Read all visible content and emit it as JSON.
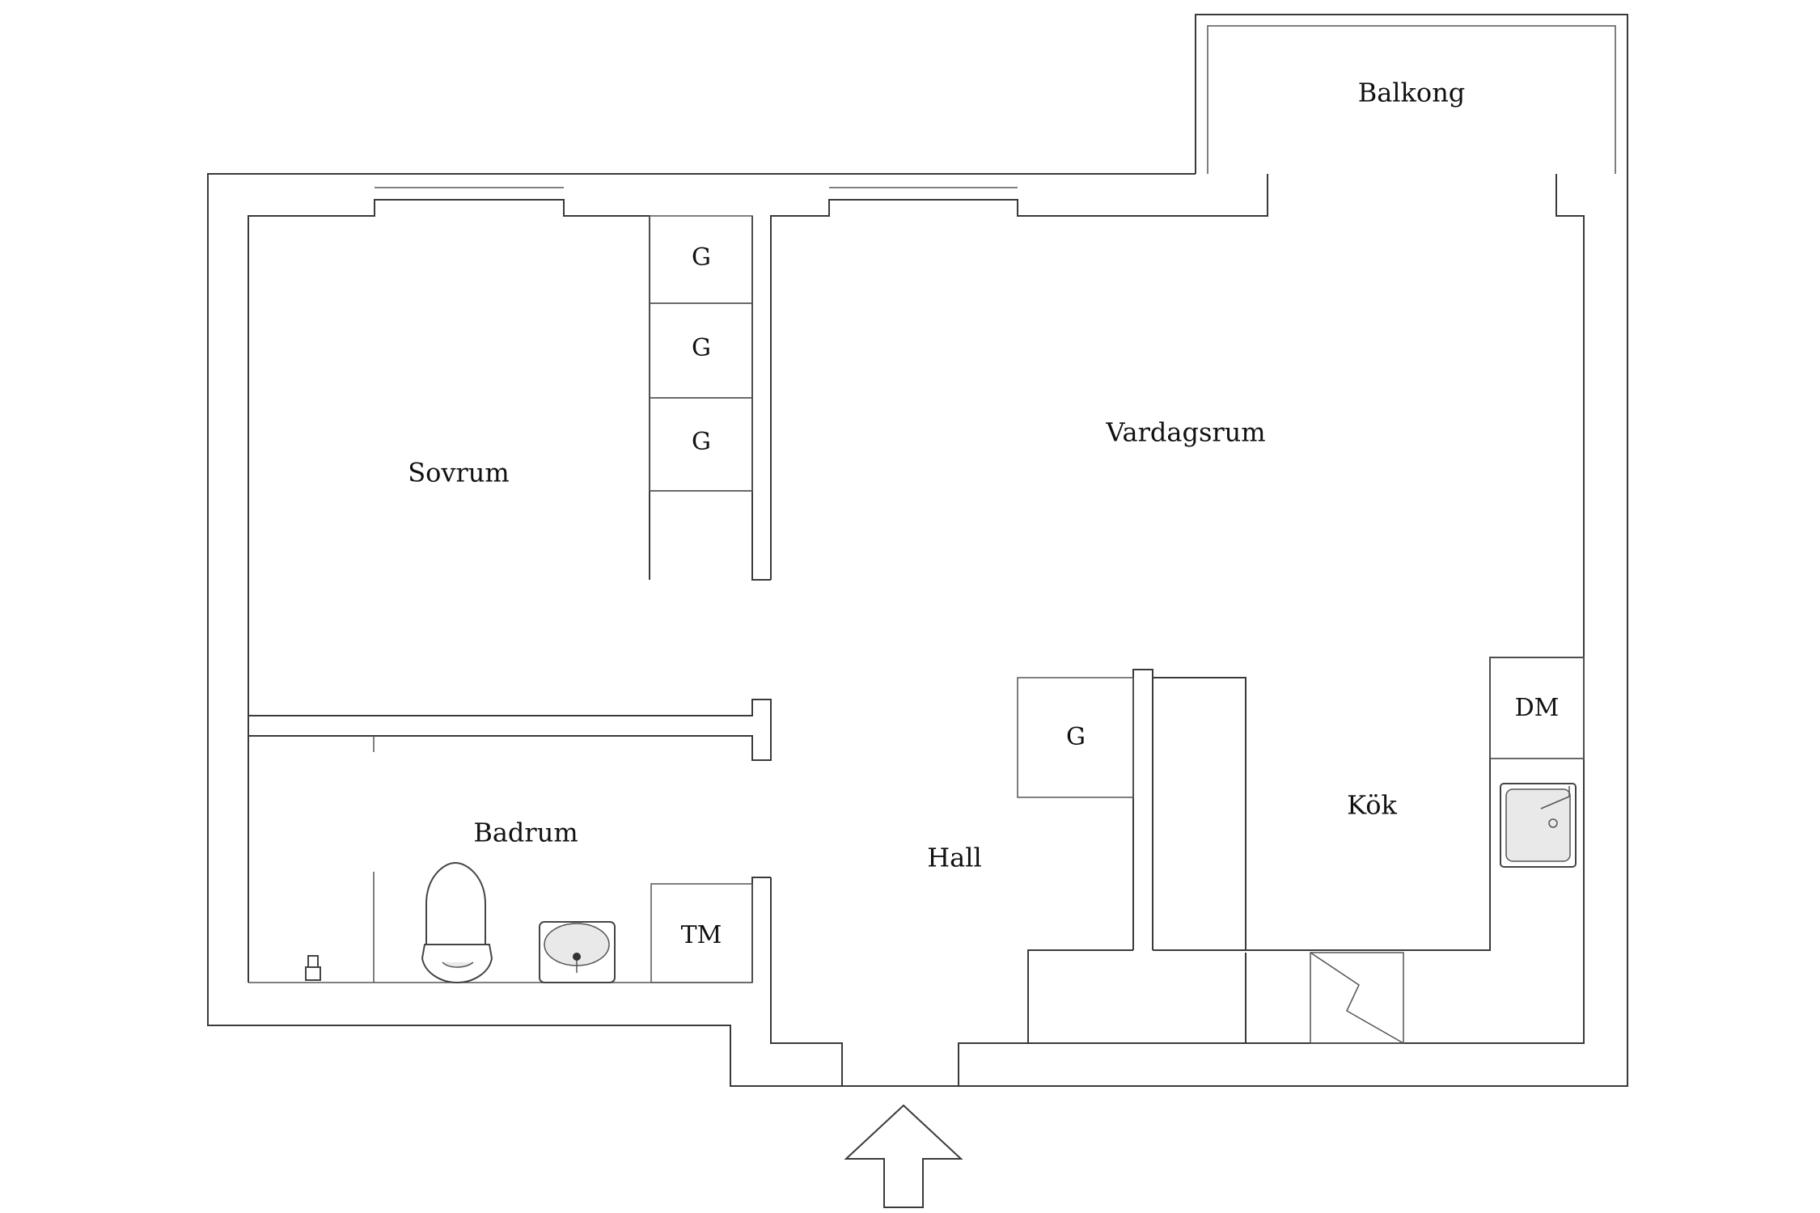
{
  "rooms": {
    "balkong": "Balkong",
    "sovrum": "Sovrum",
    "vardagsrum": "Vardagsrum",
    "badrum": "Badrum",
    "hall": "Hall",
    "kok": "Kök"
  },
  "units": {
    "wardrobe_1": "G",
    "wardrobe_2": "G",
    "wardrobe_3": "G",
    "wardrobe_hall": "G",
    "dishwasher": "DM",
    "washing_machine": "TM"
  },
  "icons": {
    "entrance": "entrance-arrow-icon",
    "electrical": "electrical-cabinet-icon",
    "toilet": "toilet-icon",
    "washbasin": "washbasin-icon",
    "sink": "kitchen-sink-icon",
    "drain": "floor-drain-icon"
  },
  "colors": {
    "wall": "#3a3a3a",
    "background": "#ffffff"
  }
}
